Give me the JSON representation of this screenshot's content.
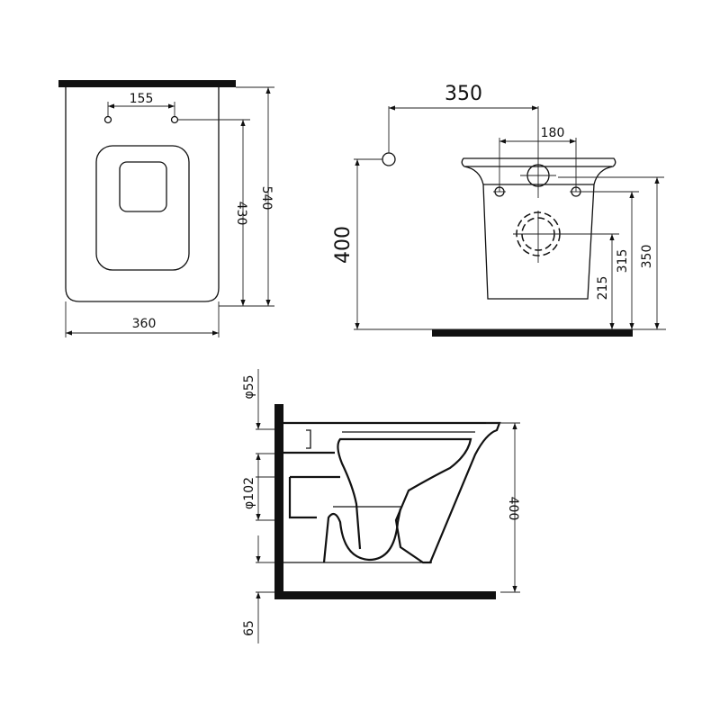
{
  "top_view": {
    "hole_spacing": "155",
    "mount_height": "430",
    "length": "540",
    "width": "360"
  },
  "front_view": {
    "inlet_offset": "350",
    "inlet_height": "400",
    "bolt_spacing": "180",
    "outlet_height": "215",
    "bolt_height": "315",
    "top_height": "350"
  },
  "side_view": {
    "inlet_diameter": "φ55",
    "outlet_diameter": "φ102",
    "floor_gap": "65",
    "height": "400"
  },
  "colors": {
    "line": "#111111",
    "background": "#ffffff"
  }
}
